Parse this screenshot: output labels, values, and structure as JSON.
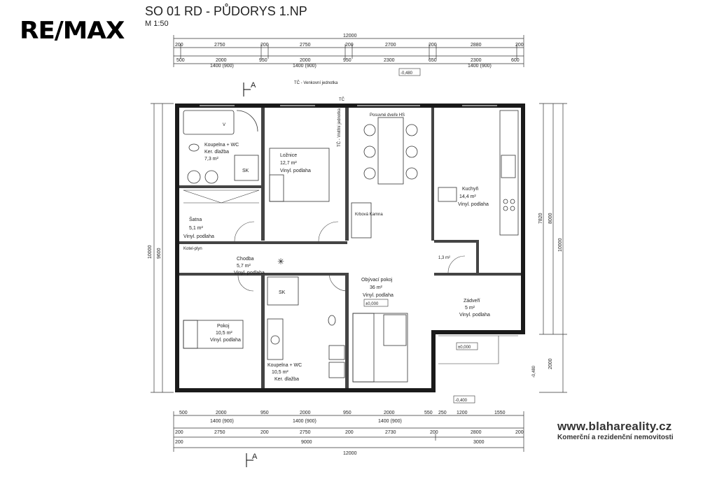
{
  "header": {
    "logo": "RE/MAX",
    "title": "SO 01 RD - PŮDORYS 1.NP",
    "scale": "M 1:50"
  },
  "rooms": [
    {
      "name": "Koupelna + WC",
      "area": "7,3 m²",
      "floor": "Ker. dlažba"
    },
    {
      "name": "Ložnice",
      "area": "12,7 m²",
      "floor": "Vinyl. podlaha"
    },
    {
      "name": "Šatna",
      "area": "5,1 m²",
      "floor": "Vinyl. podlaha"
    },
    {
      "name": "Chodba",
      "area": "5,7 m²",
      "floor": "Vinyl. podlaha"
    },
    {
      "name": "Pokoj",
      "area": "10,5 m²",
      "floor": "Vinyl. podlaha"
    },
    {
      "name": "Koupelna + WC",
      "area": "10,5 m²",
      "floor": "Ker. dlažba"
    },
    {
      "name": "Obývací pokoj",
      "area": "36 m²",
      "floor": "Vinyl. podlaha"
    },
    {
      "name": "Kuchyň",
      "area": "14,4 m²",
      "floor": "Vinyl. podlaha"
    },
    {
      "name": "Zádveří",
      "area": "5 m²",
      "floor": "Vinyl. podlaha"
    }
  ],
  "labels": {
    "section_a": "A",
    "tc_outdoor": "TČ - Venkovní jednotka",
    "tc_short": "TČ",
    "tc_indoor": "TČ - Vnitřní jednotka",
    "sliding_door": "Posuvné dveře HS",
    "boiler": "Kotel-plyn",
    "stove": "Krbová Kamna",
    "storage": "Šatna",
    "sk": "SK",
    "v": "V",
    "level_0": "±0,000",
    "level_neg_480": "-0,480",
    "level_neg_400": "-0,400",
    "small_room_area": "1,3 m²"
  },
  "dimensions": {
    "top_total": "12000",
    "top_row1": [
      "200",
      "2750",
      "200",
      "2750",
      "200",
      "2700",
      "200",
      "2880",
      "200"
    ],
    "top_row2": [
      "500",
      "2000",
      "950",
      "2000",
      "950",
      "2300",
      "650",
      "2300",
      "600"
    ],
    "top_row3": [
      "1400 (900)",
      "1400 (900)",
      "1400 (900)"
    ],
    "bottom_row1": [
      "500",
      "2000",
      "950",
      "2000",
      "950",
      "2000",
      "550",
      "250",
      "1200",
      "1550"
    ],
    "bottom_row2": [
      "1400 (900)",
      "1400 (900)",
      "1400 (900)"
    ],
    "bottom_row3": [
      "200",
      "2750",
      "200",
      "2750",
      "200",
      "2730",
      "200",
      "2800",
      "200"
    ],
    "bottom_row4": [
      "200",
      "9000",
      "3000"
    ],
    "bottom_total": "12000",
    "left_total": "10000",
    "left_inner": "9600",
    "right_col1": "7820",
    "right_col2": "8000",
    "right_total": "10000",
    "right_lower": "2000"
  },
  "footer": {
    "url": "www.blahareality.cz",
    "tagline": "Komerční a rezidenční nemovitosti"
  }
}
